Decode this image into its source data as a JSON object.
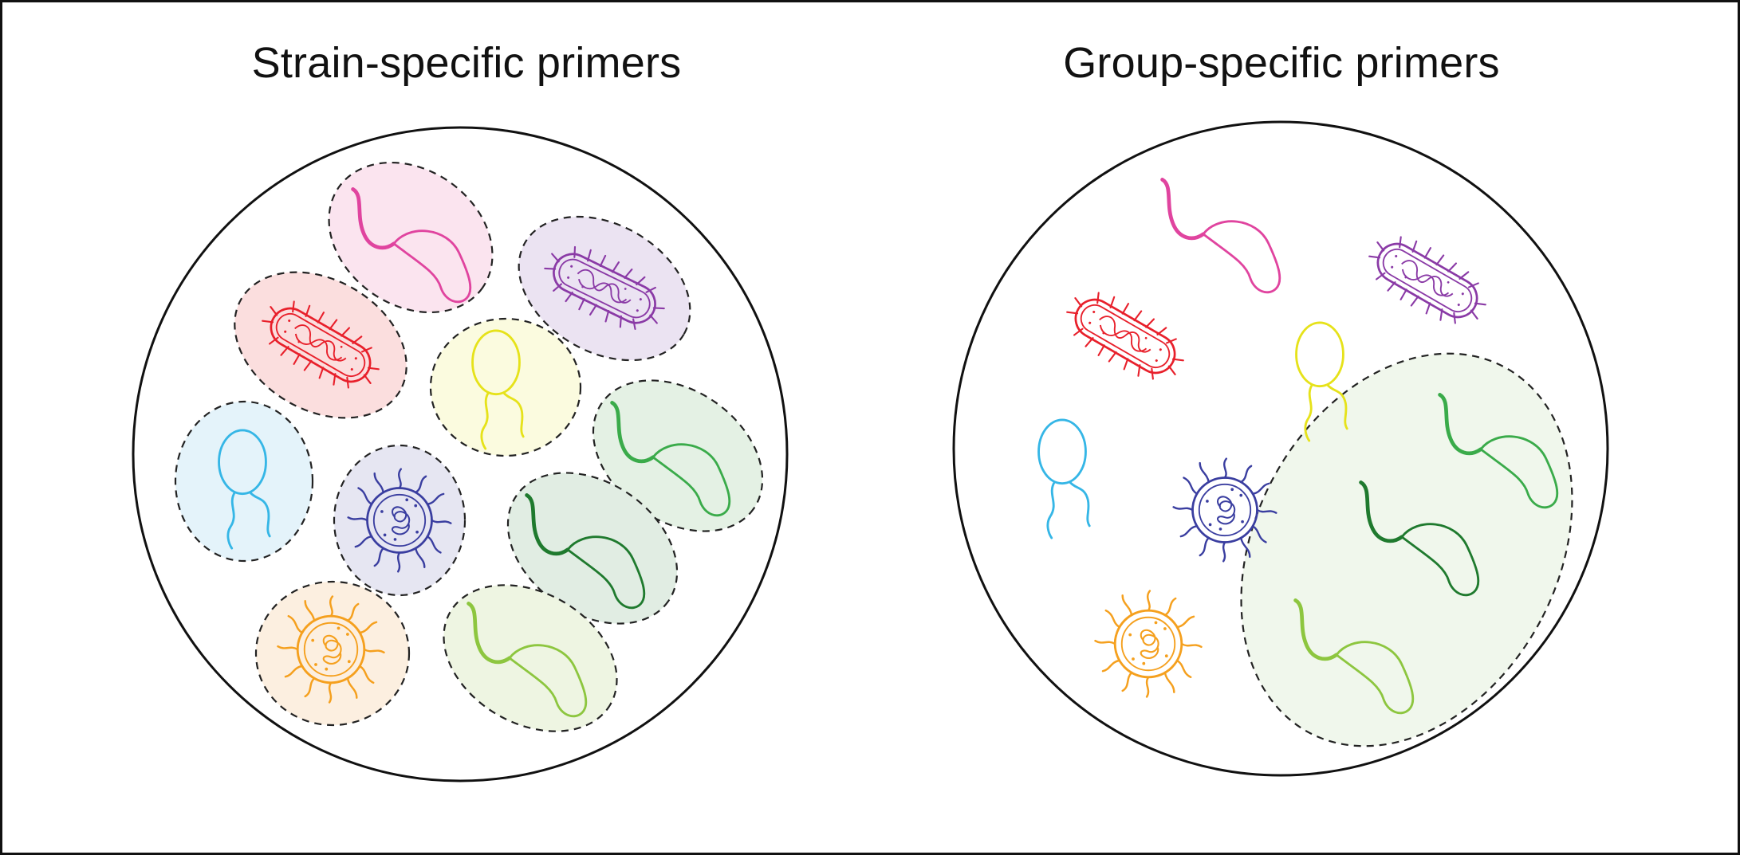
{
  "panels": {
    "strain": {
      "title": "Strain-specific primers"
    },
    "group": {
      "title": "Group-specific primers"
    }
  },
  "colors": {
    "frame": "#111111",
    "outline_dashed": "#222222",
    "magenta": "#e0449f",
    "purple": "#8a3aa6",
    "red": "#e8202b",
    "yellow": "#e6e21a",
    "cyan": "#35b6e6",
    "blue": "#3a3ea0",
    "orange": "#f5a01e",
    "green_mid": "#3aab4a",
    "green_dark": "#1f7a2e",
    "green_light": "#8dc63f"
  },
  "organisms": [
    {
      "name": "pink-spirillum",
      "color": "magenta",
      "icon": "curved-rod-flagellum"
    },
    {
      "name": "purple-bacillus",
      "color": "purple",
      "icon": "rod-with-pili"
    },
    {
      "name": "red-bacillus",
      "color": "red",
      "icon": "rod-with-pili"
    },
    {
      "name": "yellow-coccus",
      "color": "yellow",
      "icon": "oval-with-flagella"
    },
    {
      "name": "cyan-coccus",
      "color": "cyan",
      "icon": "oval-with-flagella"
    },
    {
      "name": "blue-spiky-cell",
      "color": "blue",
      "icon": "round-with-appendages"
    },
    {
      "name": "orange-spiky-cell",
      "color": "orange",
      "icon": "round-with-appendages"
    },
    {
      "name": "green-vibrio-mid",
      "color": "green_mid",
      "icon": "curved-rod-flagellum"
    },
    {
      "name": "green-vibrio-dark",
      "color": "green_dark",
      "icon": "curved-rod-flagellum"
    },
    {
      "name": "green-vibrio-light",
      "color": "green_light",
      "icon": "curved-rod-flagellum"
    }
  ]
}
